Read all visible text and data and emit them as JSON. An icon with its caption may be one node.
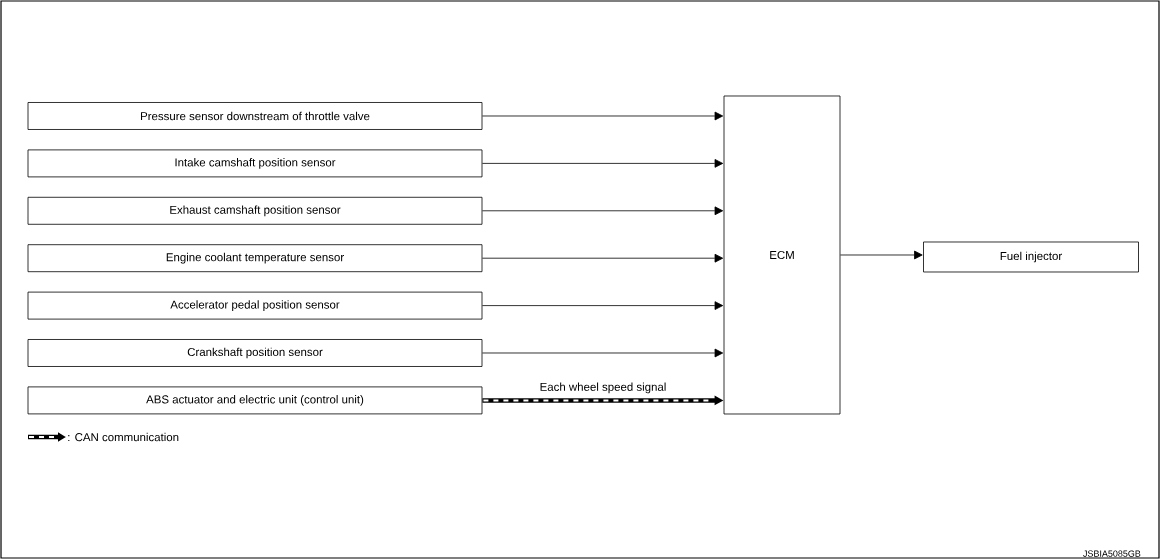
{
  "diagram": {
    "nodes": [
      {
        "text": [
          "Pressure sensor downstream of throttle valve"
        ]
      },
      {
        "text": [
          "Intake camshaft position sensor"
        ]
      },
      {
        "text": [
          "Exhaust camshaft position sensor"
        ]
      },
      {
        "text": [
          "Engine coolant temperature sensor"
        ]
      },
      {
        "text": [
          "Accelerator pedal position sensor"
        ]
      },
      {
        "text": [
          "Crankshaft position sensor"
        ]
      },
      {
        "text": [
          "ABS actuator and electric unit (control unit)"
        ]
      },
      {
        "text": [
          "ECM"
        ]
      },
      {
        "text": [
          "Fuel injector"
        ]
      }
    ],
    "edges": [
      {
        "from": 0,
        "to": 7,
        "arrow": "to"
      },
      {
        "from": 1,
        "to": 7,
        "arrow": "to"
      },
      {
        "from": 2,
        "to": 7,
        "arrow": "to"
      },
      {
        "from": 3,
        "to": 7,
        "arrow": "to"
      },
      {
        "from": 4,
        "to": 7,
        "arrow": "to"
      },
      {
        "from": 5,
        "to": 7,
        "arrow": "to"
      },
      {
        "from": 6,
        "to": 7,
        "arrow": "to",
        "label": "Each wheel speed signal",
        "style": "thick"
      },
      {
        "from": 7,
        "to": 8,
        "arrow": "to"
      }
    ],
    "labels": [
      "JSBIA5085GB"
    ],
    "legend": [
      {
        "text": ": CAN communication"
      }
    ]
  }
}
